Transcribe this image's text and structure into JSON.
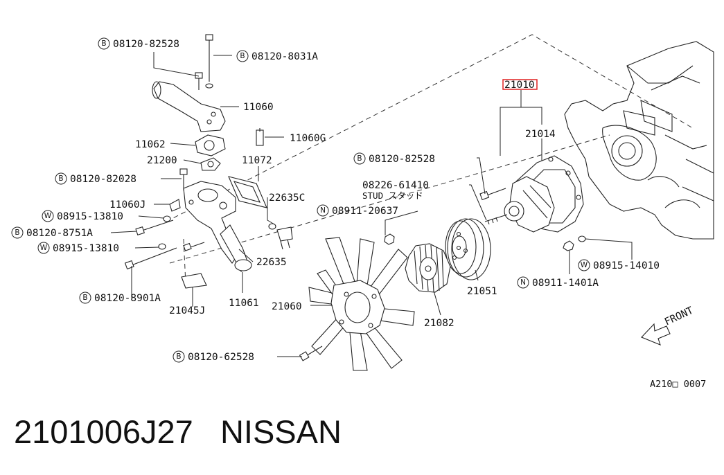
{
  "caption": {
    "part_number": "2101006J27",
    "brand": "NISSAN"
  },
  "diagram_code": "A210□ 0007",
  "front_label": "FRONT",
  "highlight_color": "#e02020",
  "labels": [
    {
      "id": "b-08120-82528-top",
      "prefix": "B",
      "text": "08120-82528"
    },
    {
      "id": "b-08120-8031a",
      "prefix": "B",
      "text": "08120-8031A"
    },
    {
      "id": "p-11060",
      "prefix": "",
      "text": "11060"
    },
    {
      "id": "p-11060g",
      "prefix": "",
      "text": "11060G"
    },
    {
      "id": "p-11062",
      "prefix": "",
      "text": "11062"
    },
    {
      "id": "p-21200",
      "prefix": "",
      "text": "21200"
    },
    {
      "id": "p-11072",
      "prefix": "",
      "text": "11072"
    },
    {
      "id": "b-08120-82028",
      "prefix": "B",
      "text": "08120-82028"
    },
    {
      "id": "p-22635c",
      "prefix": "",
      "text": "22635C"
    },
    {
      "id": "p-11060j",
      "prefix": "",
      "text": "11060J"
    },
    {
      "id": "w-08915-13810-a",
      "prefix": "W",
      "text": "08915-13810"
    },
    {
      "id": "b-08120-8751a",
      "prefix": "B",
      "text": "08120-8751A"
    },
    {
      "id": "w-08915-13810-b",
      "prefix": "W",
      "text": "08915-13810"
    },
    {
      "id": "p-22635",
      "prefix": "",
      "text": "22635"
    },
    {
      "id": "b-08120-8901a",
      "prefix": "B",
      "text": "08120-8901A"
    },
    {
      "id": "p-21045j",
      "prefix": "",
      "text": "21045J"
    },
    {
      "id": "p-11061",
      "prefix": "",
      "text": "11061"
    },
    {
      "id": "p-21060",
      "prefix": "",
      "text": "21060"
    },
    {
      "id": "b-08120-62528",
      "prefix": "B",
      "text": "08120-62528"
    },
    {
      "id": "p-21010",
      "prefix": "",
      "text": "21010"
    },
    {
      "id": "p-21014",
      "prefix": "",
      "text": "21014"
    },
    {
      "id": "b-08120-82528-mid",
      "prefix": "B",
      "text": "08120-82528"
    },
    {
      "id": "p-08226-61410",
      "prefix": "",
      "text": "08226-61410"
    },
    {
      "id": "p-stud",
      "prefix": "",
      "text": "STUD スタッド"
    },
    {
      "id": "n-08911-20637",
      "prefix": "N",
      "text": "08911-20637"
    },
    {
      "id": "p-21051",
      "prefix": "",
      "text": "21051"
    },
    {
      "id": "p-21082",
      "prefix": "",
      "text": "21082"
    },
    {
      "id": "w-08915-14010",
      "prefix": "W",
      "text": "08915-14010"
    },
    {
      "id": "n-08911-1401a",
      "prefix": "N",
      "text": "08911-1401A"
    }
  ]
}
